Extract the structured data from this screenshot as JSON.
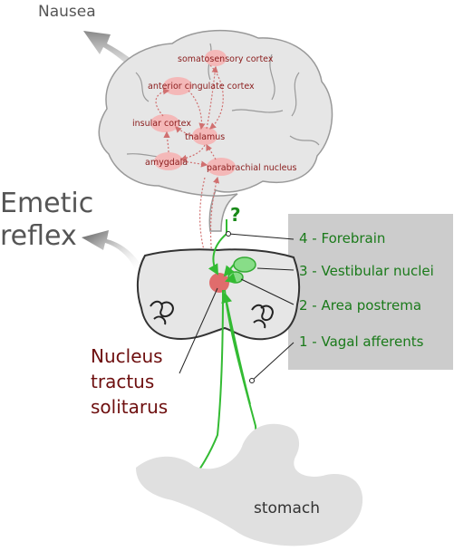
{
  "outputs": {
    "nausea": "Nausea",
    "emetic_line1": "Emetic",
    "emetic_line2": "reflex"
  },
  "brain_regions": {
    "somatosensory": "somatosensory cortex",
    "anterior_cingulate": "anterior cingulate cortex",
    "insular": "insular cortex",
    "thalamus": "thalamus",
    "amygdala": "amygdala",
    "parabrachial": "parabrachial nucleus"
  },
  "unknown_marker": "?",
  "inputs": [
    "4 - Forebrain",
    "3 - Vestibular nuclei",
    "2 - Area postrema",
    "1 - Vagal afferents"
  ],
  "nucleus": {
    "line1": "Nucleus",
    "line2": "tractus",
    "line3": "solitarus"
  },
  "stomach": "stomach",
  "colors": {
    "brain_fill": "#e6e6e6",
    "brain_stroke": "#999999",
    "region_fill": "#f4b8b8",
    "nts_fill": "#e06c6c",
    "pathway_green": "#33bb33",
    "legend_box": "#cccccc",
    "dotted_red": "#d07070",
    "nts_text": "#6e0f0f"
  }
}
